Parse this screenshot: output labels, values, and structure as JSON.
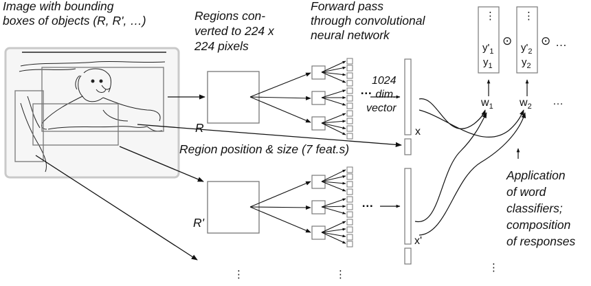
{
  "captions": {
    "image_with_boxes": [
      "Image with bounding",
      "boxes of objects (R, R', …)"
    ],
    "regions_converted": [
      "Regions con-",
      "verted to 224 x",
      "224 pixels"
    ],
    "forward_pass": [
      "Forward pass",
      "through convolutional",
      "neural network"
    ],
    "vector_dims": [
      "1024",
      "dim.",
      "vector"
    ],
    "region_position": "Region position & size (7 feat.s)",
    "application": [
      "Application",
      "of word",
      "classifiers;",
      "composition",
      "of responses"
    ]
  },
  "labels": {
    "region_r": "R",
    "region_r_prime": "R'",
    "vector_x": "x",
    "vector_x_prime": "x'",
    "classifier_w1": "w",
    "classifier_w1_sub": "1",
    "classifier_w2": "w",
    "classifier_w2_sub": "2",
    "trailing_dots": "…",
    "conv_dots": "…",
    "conv_dots_2": "…",
    "compose_op_1": "⊙",
    "compose_op_2": "⊙",
    "compose_tail": "…",
    "output_y1": "y",
    "output_y1_sub": "1",
    "output_y1p": "y'",
    "output_y1p_sub": "1",
    "output_y2": "y",
    "output_y2_sub": "2",
    "output_y2p": "y'",
    "output_y2p_sub": "2",
    "vdots": "⋮"
  }
}
